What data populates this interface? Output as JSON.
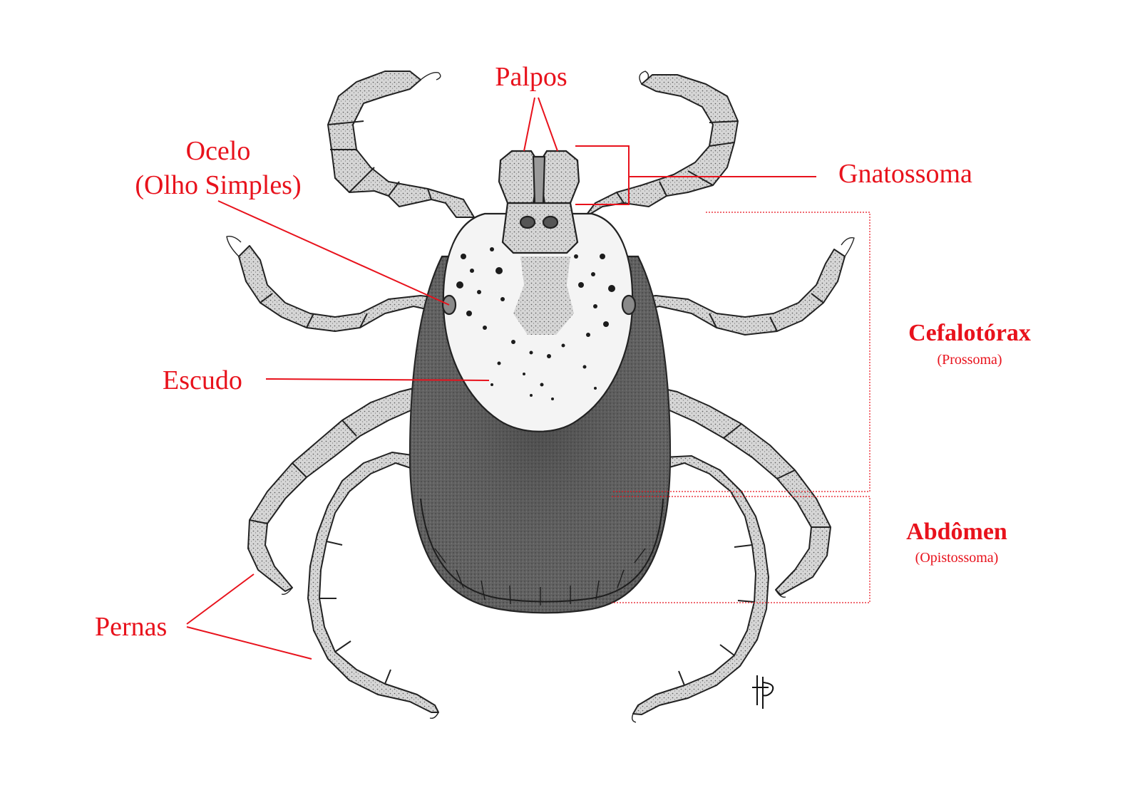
{
  "labels": {
    "palpos": "Palpos",
    "ocelo_line1": "Ocelo",
    "ocelo_line2": "(Olho Simples)",
    "gnatossoma": "Gnatossoma",
    "escudo": "Escudo",
    "pernas": "Pernas",
    "cefalotorax": "Cefalotórax",
    "cefalotorax_sub": "(Prossoma)",
    "abdomen": "Abdômen",
    "abdomen_sub": "(Opistossoma)"
  },
  "colors": {
    "label": "#e8121c",
    "ink": "#222222",
    "limb_fill": "#cfcfcf",
    "body_dark": "#6a6a6a",
    "scutum_fill": "#f4f4f4"
  }
}
